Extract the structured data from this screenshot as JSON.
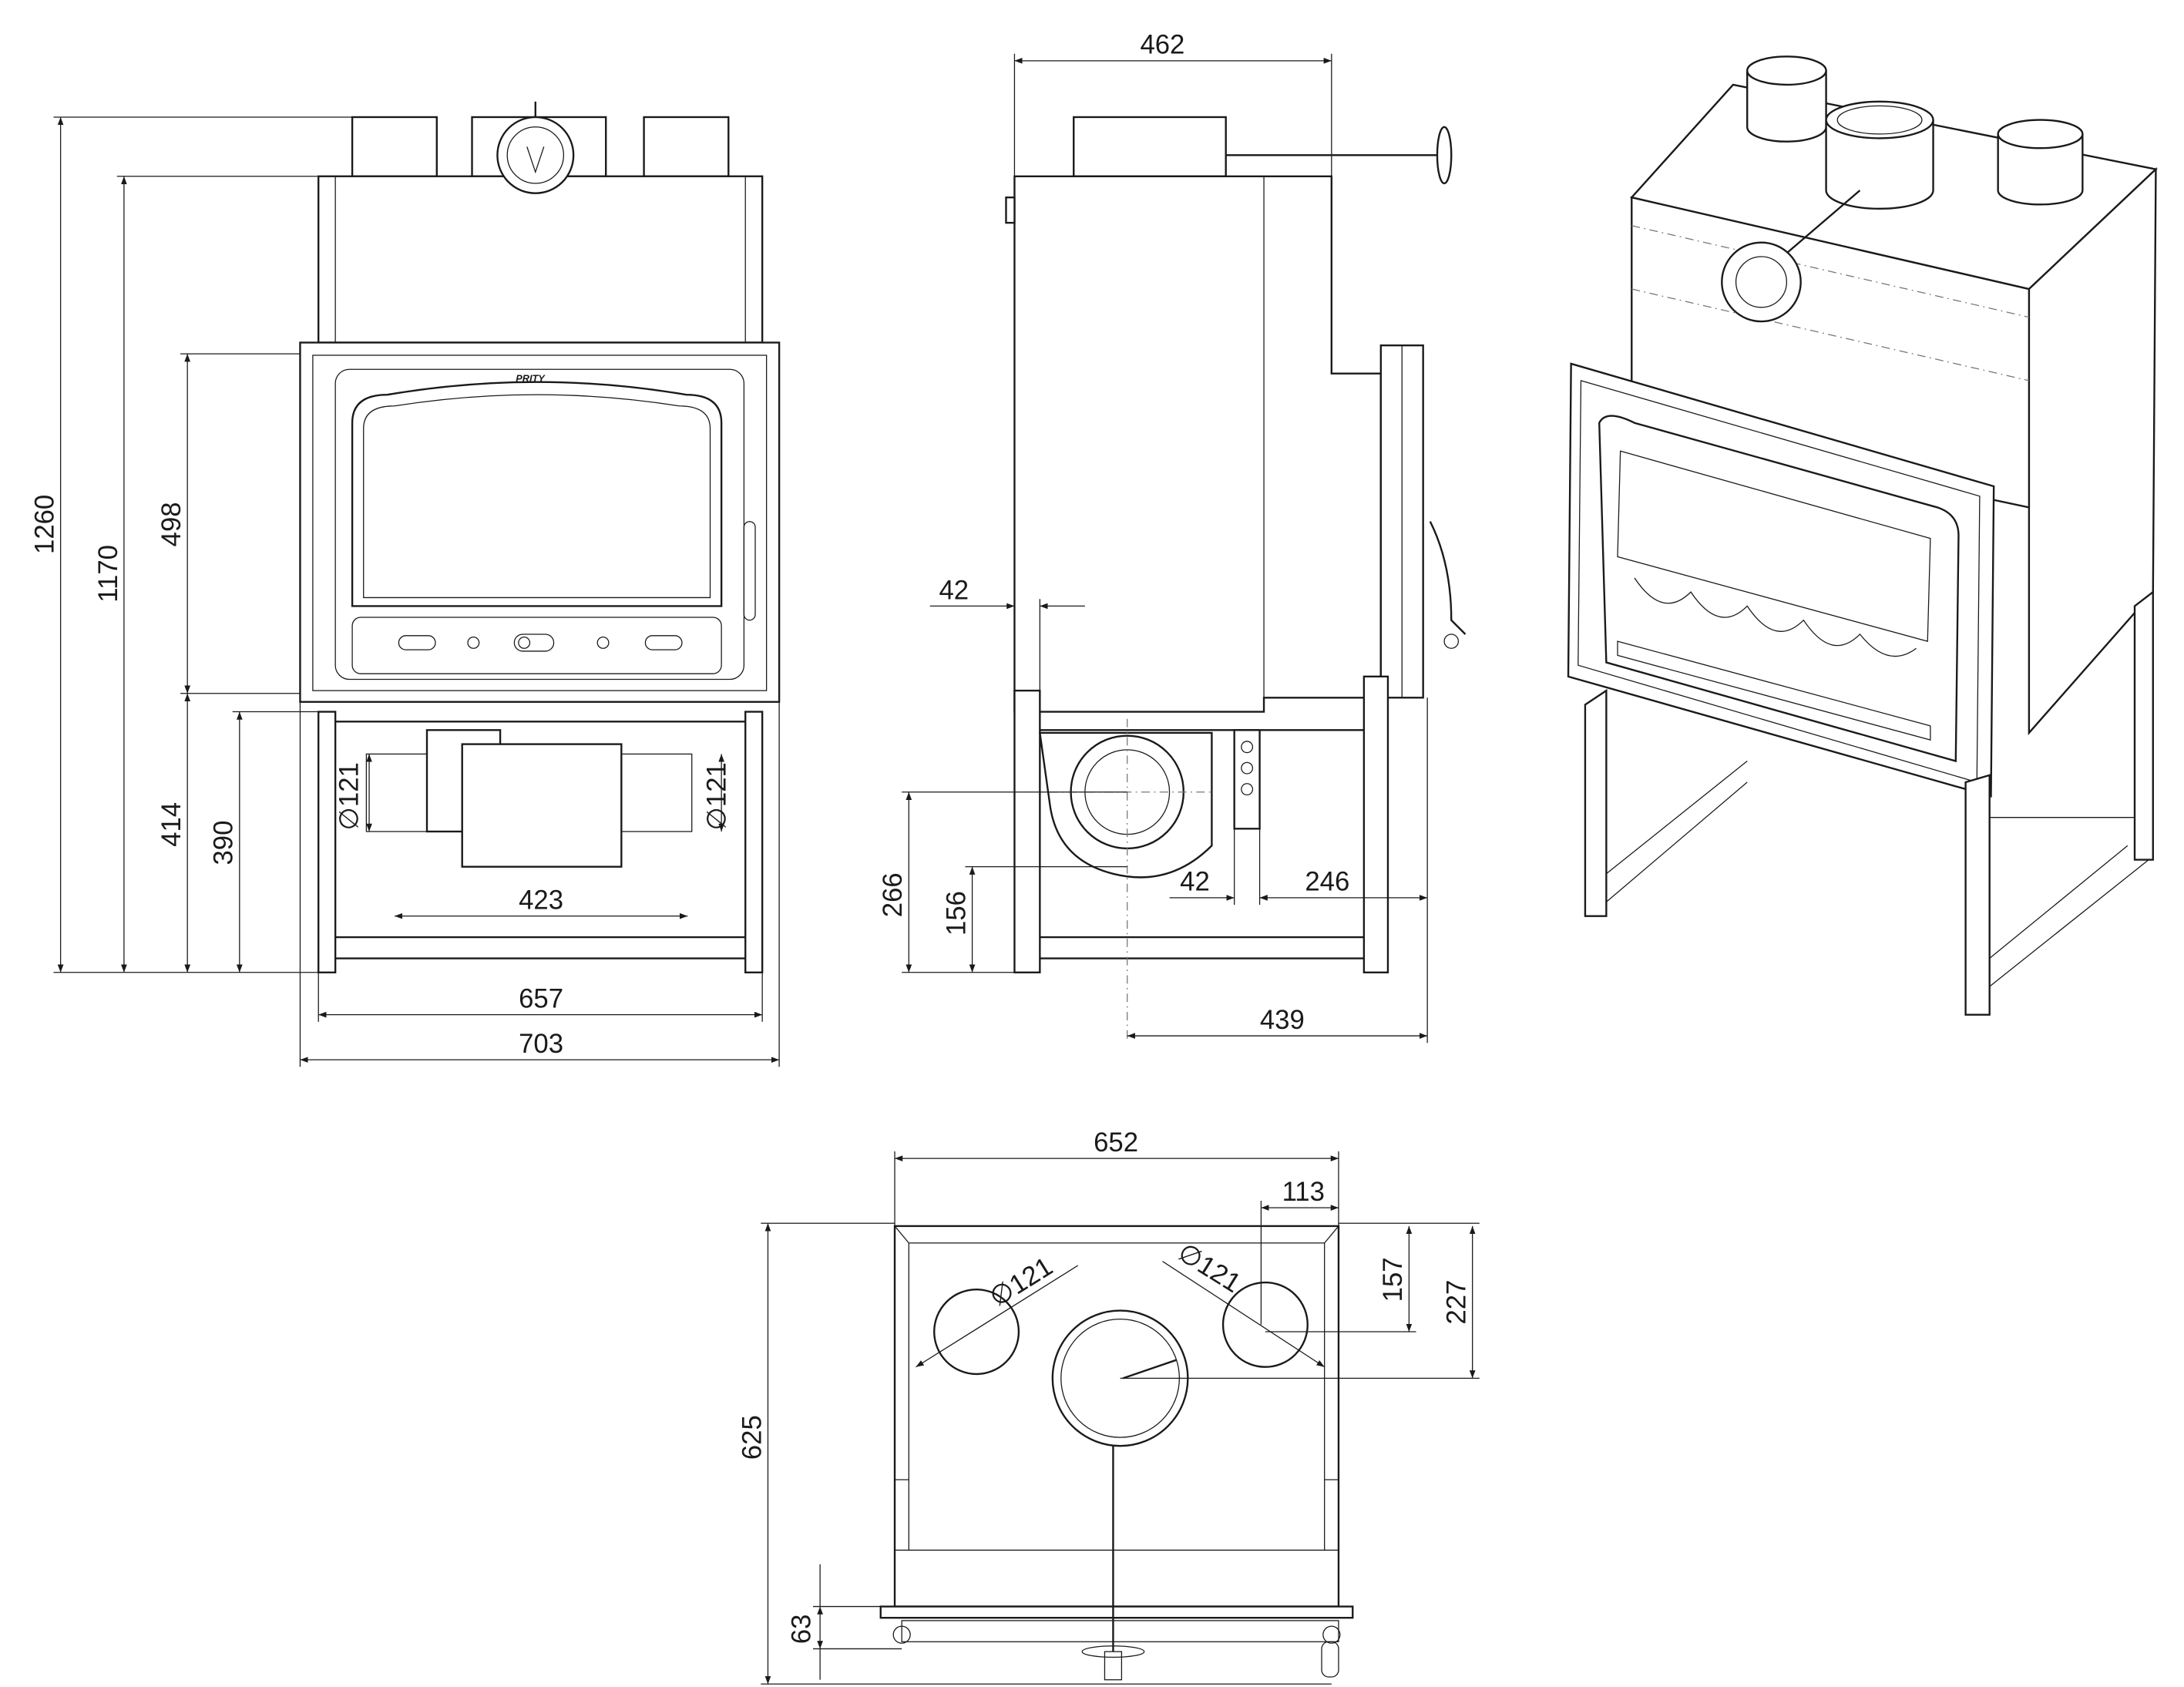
{
  "logo": "PRITY",
  "front_view": {
    "dims": {
      "h1260": "1260",
      "h1170": "1170",
      "h498": "498",
      "h414": "414",
      "h390": "390",
      "d121_left": "121",
      "d121_right": "121",
      "w423": "423",
      "w657": "657",
      "w703": "703"
    }
  },
  "side_view": {
    "dims": {
      "w462": "462",
      "w42_top": "42",
      "h266": "266",
      "h156": "156",
      "w42_bottom": "42",
      "w246": "246",
      "w439": "439"
    }
  },
  "top_view": {
    "dims": {
      "w652": "652",
      "w113": "113",
      "h157": "157",
      "h227": "227",
      "d121_left": "121",
      "d121_right": "121",
      "h625": "625",
      "h63": "63"
    }
  },
  "diameter_symbol": "∅"
}
